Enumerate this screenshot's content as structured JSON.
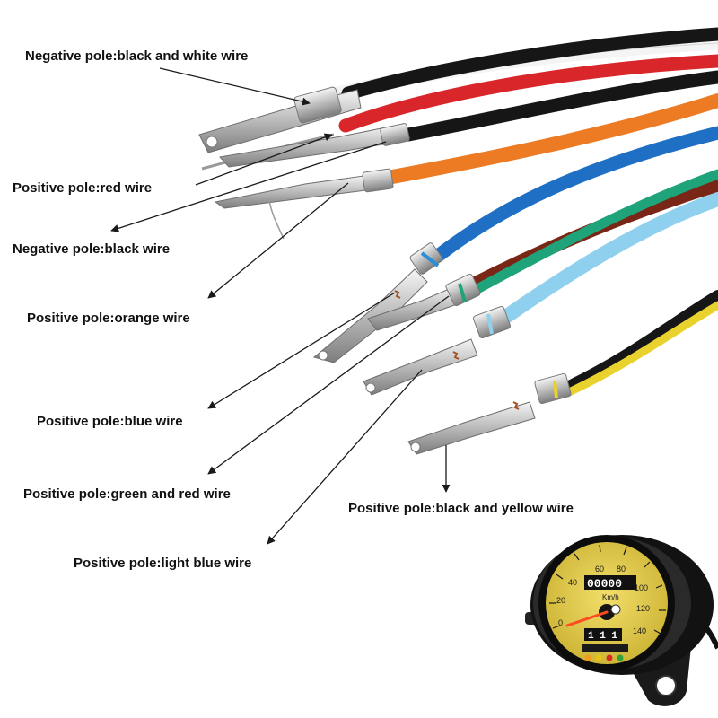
{
  "callouts": [
    {
      "id": "neg-bw",
      "text": "Negative pole:black and white wire"
    },
    {
      "id": "pos-red",
      "text": "Positive pole:red wire"
    },
    {
      "id": "neg-black",
      "text": "Negative pole:black wire"
    },
    {
      "id": "pos-orange",
      "text": "Positive pole:orange wire"
    },
    {
      "id": "pos-blue",
      "text": "Positive pole:blue wire"
    },
    {
      "id": "pos-green-red",
      "text": "Positive pole:green and red wire"
    },
    {
      "id": "pos-lightblue",
      "text": "Positive pole:light blue wire"
    },
    {
      "id": "pos-black-yellow",
      "text": "Positive pole:black and yellow wire"
    }
  ],
  "gauge": {
    "scale": [
      "0",
      "20",
      "40",
      "60",
      "80",
      "100",
      "120",
      "140"
    ],
    "unit": "Km/h",
    "odometer": "00000",
    "trip": "1 1 1"
  },
  "colors": {
    "black_wire": "#161616",
    "red_wire": "#d8262a",
    "orange_wire": "#ec7b24",
    "blue_wire": "#1f6fc4",
    "green_wire": "#1ea37a",
    "light_blue_wire": "#8fd0ee",
    "yellow_wire": "#e9d22e",
    "gauge_face": "#e6cf48",
    "gauge_body": "#121212"
  }
}
